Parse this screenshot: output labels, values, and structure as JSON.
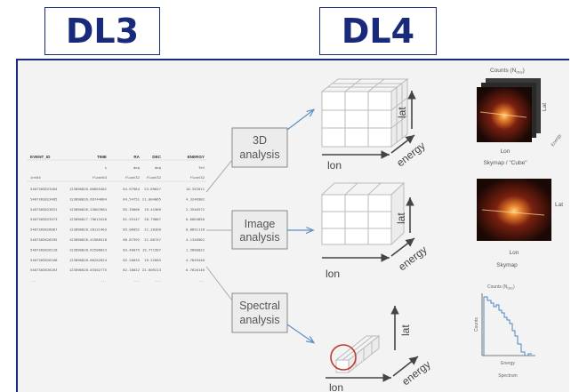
{
  "headers": {
    "dl3": "DL3",
    "dl4": "DL4"
  },
  "event_table": {
    "columns": [
      "EVENT_ID",
      "TIME",
      "RA",
      "DEC",
      "ENERGY"
    ],
    "units": [
      "",
      "s",
      "deg",
      "deg",
      "TeV"
    ],
    "types": [
      "int64",
      "float64",
      "float32",
      "float32",
      "float32"
    ],
    "rows": [
      [
        "5407363823484",
        "123890826.66805482",
        "84.97964",
        "23.89847",
        "10.352011"
      ],
      [
        "5407363823485",
        "123890826.69744084",
        "84.54751",
        "21.004065",
        "4.3246982"
      ],
      [
        "5407363823831",
        "123890826.23607684",
        "85.39066",
        "19.41969",
        "2.3546572"
      ],
      [
        "5407363823973",
        "123890827.79613426",
        "81.93147",
        "20.79887",
        "0.6804850"
      ],
      [
        "5407363826067",
        "123890828.28131403",
        "85.06052",
        "21.20309",
        "0.8691118"
      ],
      [
        "5407363826295",
        "123890828.41980518",
        "86.87392",
        "21.80747",
        "4.1340962"
      ],
      [
        "5407363826128",
        "123890828.62506823",
        "83.40075",
        "19.771587",
        "1.5680022"
      ],
      [
        "5407363826168",
        "123890828.66282024",
        "82.20035",
        "19.22003",
        "4.7849440"
      ],
      [
        "5407363826263",
        "123890828.03302775",
        "82.18022",
        "22.009213",
        "0.7620146"
      ]
    ],
    "ellipsis": "..."
  },
  "analysis_boxes": [
    {
      "label_line1": "3D",
      "label_line2": "analysis"
    },
    {
      "label_line1": "Image",
      "label_line2": "analysis"
    },
    {
      "label_line1": "Spectral",
      "label_line2": "analysis"
    }
  ],
  "axes": {
    "lon": "lon",
    "lat": "lat",
    "energy": "energy"
  },
  "outputs": {
    "cube": {
      "top_label": "Counts (N",
      "top_sub": "Obs",
      "top_close": ")",
      "side_lat": "Lat",
      "bottom_lon": "Lon",
      "side_energy": "Energy",
      "caption": "Skymap / \"Cube\""
    },
    "skymap": {
      "side_lat": "Lat",
      "bottom_lon": "Lon",
      "caption": "Skymap"
    },
    "spectrum": {
      "top_label": "Counts (N",
      "top_sub": "Obs",
      "top_close": ")",
      "y_label": "Counts",
      "x_label": "Energy",
      "caption": "Spectrum"
    }
  },
  "colors": {
    "header_text": "#1a2a7a",
    "panel_border": "#1a2a7a",
    "arrow": "#5a8fc8",
    "spectrum_line": "#4a86c5",
    "highlight_circle": "#c0392b"
  }
}
